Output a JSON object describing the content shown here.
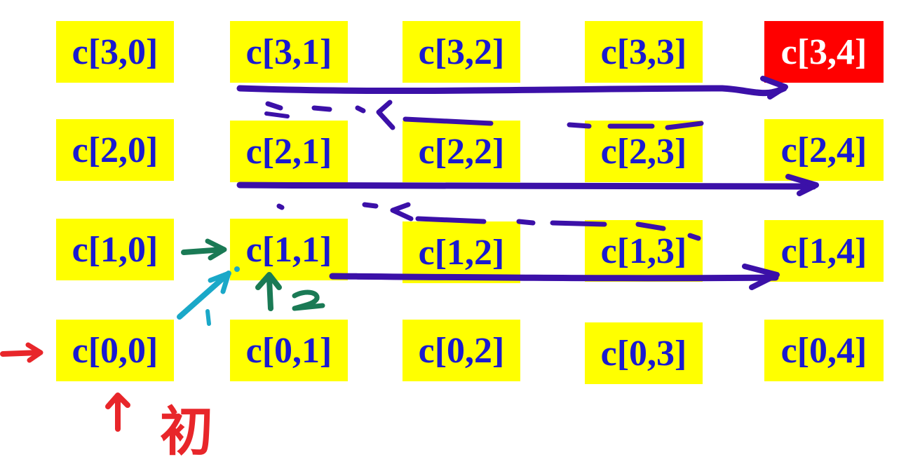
{
  "grid": {
    "rows": [
      {
        "cells": [
          "c[3,0]",
          "c[3,1]",
          "c[3,2]",
          "c[3,3]",
          "c[3,4]"
        ]
      },
      {
        "cells": [
          "c[2,0]",
          "c[2,1]",
          "c[2,2]",
          "c[2,3]",
          "c[2,4]"
        ]
      },
      {
        "cells": [
          "c[1,0]",
          "c[1,1]",
          "c[1,2]",
          "c[1,3]",
          "c[1,4]"
        ]
      },
      {
        "cells": [
          "c[0,0]",
          "c[0,1]",
          "c[0,2]",
          "c[0,3]",
          "c[0,4]"
        ]
      }
    ],
    "highlighted_cell": "c[3,4]",
    "colors": {
      "cell_background": "#ffff00",
      "cell_text": "#1a1ad0",
      "highlight_background": "#ff0000",
      "highlight_text": "#ffffff"
    }
  },
  "annotations": {
    "start_label": "初",
    "step_label": "2",
    "colors": {
      "sweep_arrows": "#3b10a8",
      "start_marker": "#e8262a",
      "left_step": "#1a7a55",
      "diagonal_step": "#1aa8c8"
    }
  }
}
